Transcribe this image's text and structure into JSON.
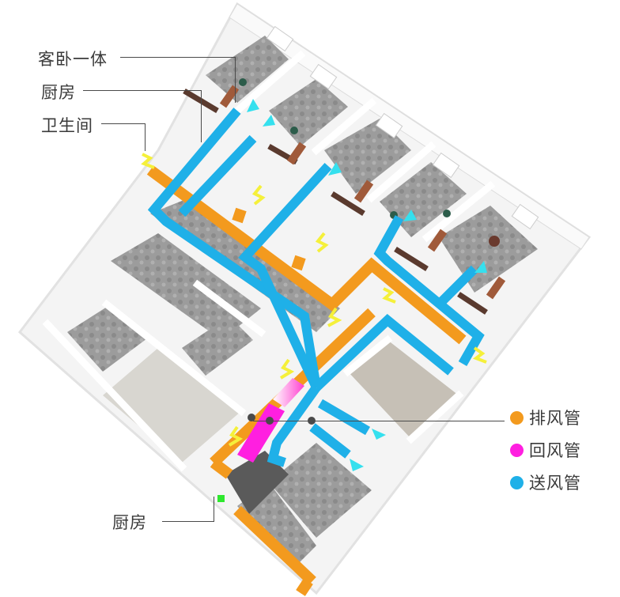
{
  "diagram": {
    "type": "isometric-floor-plan-hvac",
    "labels": {
      "living_bedroom": "客卧一体",
      "kitchen_top": "厨房",
      "bathroom": "卫生间",
      "kitchen_bottom": "厨房"
    },
    "legend": [
      {
        "label": "排风管",
        "color": "#f39a1e",
        "meaning": "exhaust duct"
      },
      {
        "label": "回风管",
        "color": "#ff1fe0",
        "meaning": "return air duct"
      },
      {
        "label": "送风管",
        "color": "#1fb0e8",
        "meaning": "supply air duct"
      }
    ],
    "colors": {
      "exhaust": "#f39a1e",
      "return": "#ff1fe0",
      "supply": "#1fb0e8",
      "supply_arrow": "#35e0ee",
      "exhaust_arrow": "#f5f03a",
      "fresh_air_outlet": "#2ee82e",
      "unit": "#5a5a5a",
      "wall": "#f1f1f1",
      "floor": "#9a9a9a",
      "bed_accent": "#a05a3a",
      "dark_wood": "#5a3a2e"
    }
  }
}
